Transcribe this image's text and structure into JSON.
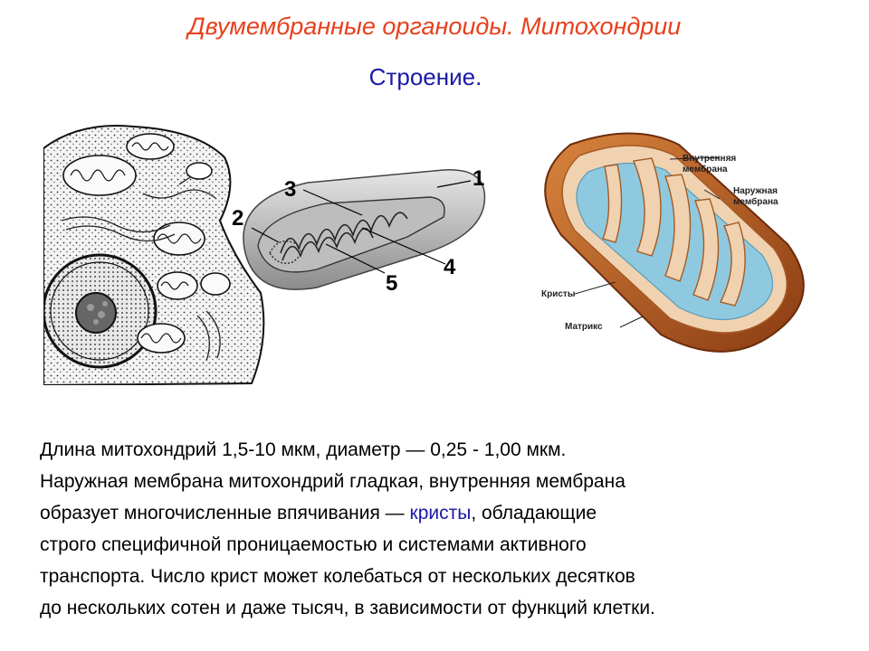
{
  "slide": {
    "title": "Двумембранные органоиды. Митохондрии",
    "subtitle": "Строение."
  },
  "schema_labels": [
    "1",
    "2",
    "3",
    "4",
    "5"
  ],
  "color_diagram": {
    "inner_membrane_line1": "Внутренняя",
    "inner_membrane_line2": "мембрана",
    "outer_membrane_line1": "Наружная",
    "outer_membrane_line2": "мембрана",
    "cristae": "Кристы",
    "matrix": "Матрикс"
  },
  "body": {
    "line1": "Длина  митохондрий  1,5-10 мкм,  диаметр — 0,25 - 1,00 мкм.",
    "line2": "Наружная мембрана митохондрий гладкая, внутренняя мембрана",
    "line3_before": "образует многочисленные впячивания — ",
    "line3_highlight": "кристы",
    "line3_after": ", обладающие",
    "line4": "строго специфичной проницаемостью и системами активного",
    "line5": "транспорта. Число крист может колебаться от нескольких  десятков",
    "line6": "до нескольких сотен и даже тысяч, в зависимости от функций клетки."
  },
  "colors": {
    "title": "#e8401c",
    "subtitle": "#1a1aa6",
    "highlight": "#1a1aa6",
    "outer_membrane": "#b5541e",
    "matrix": "#8fc9e0"
  }
}
